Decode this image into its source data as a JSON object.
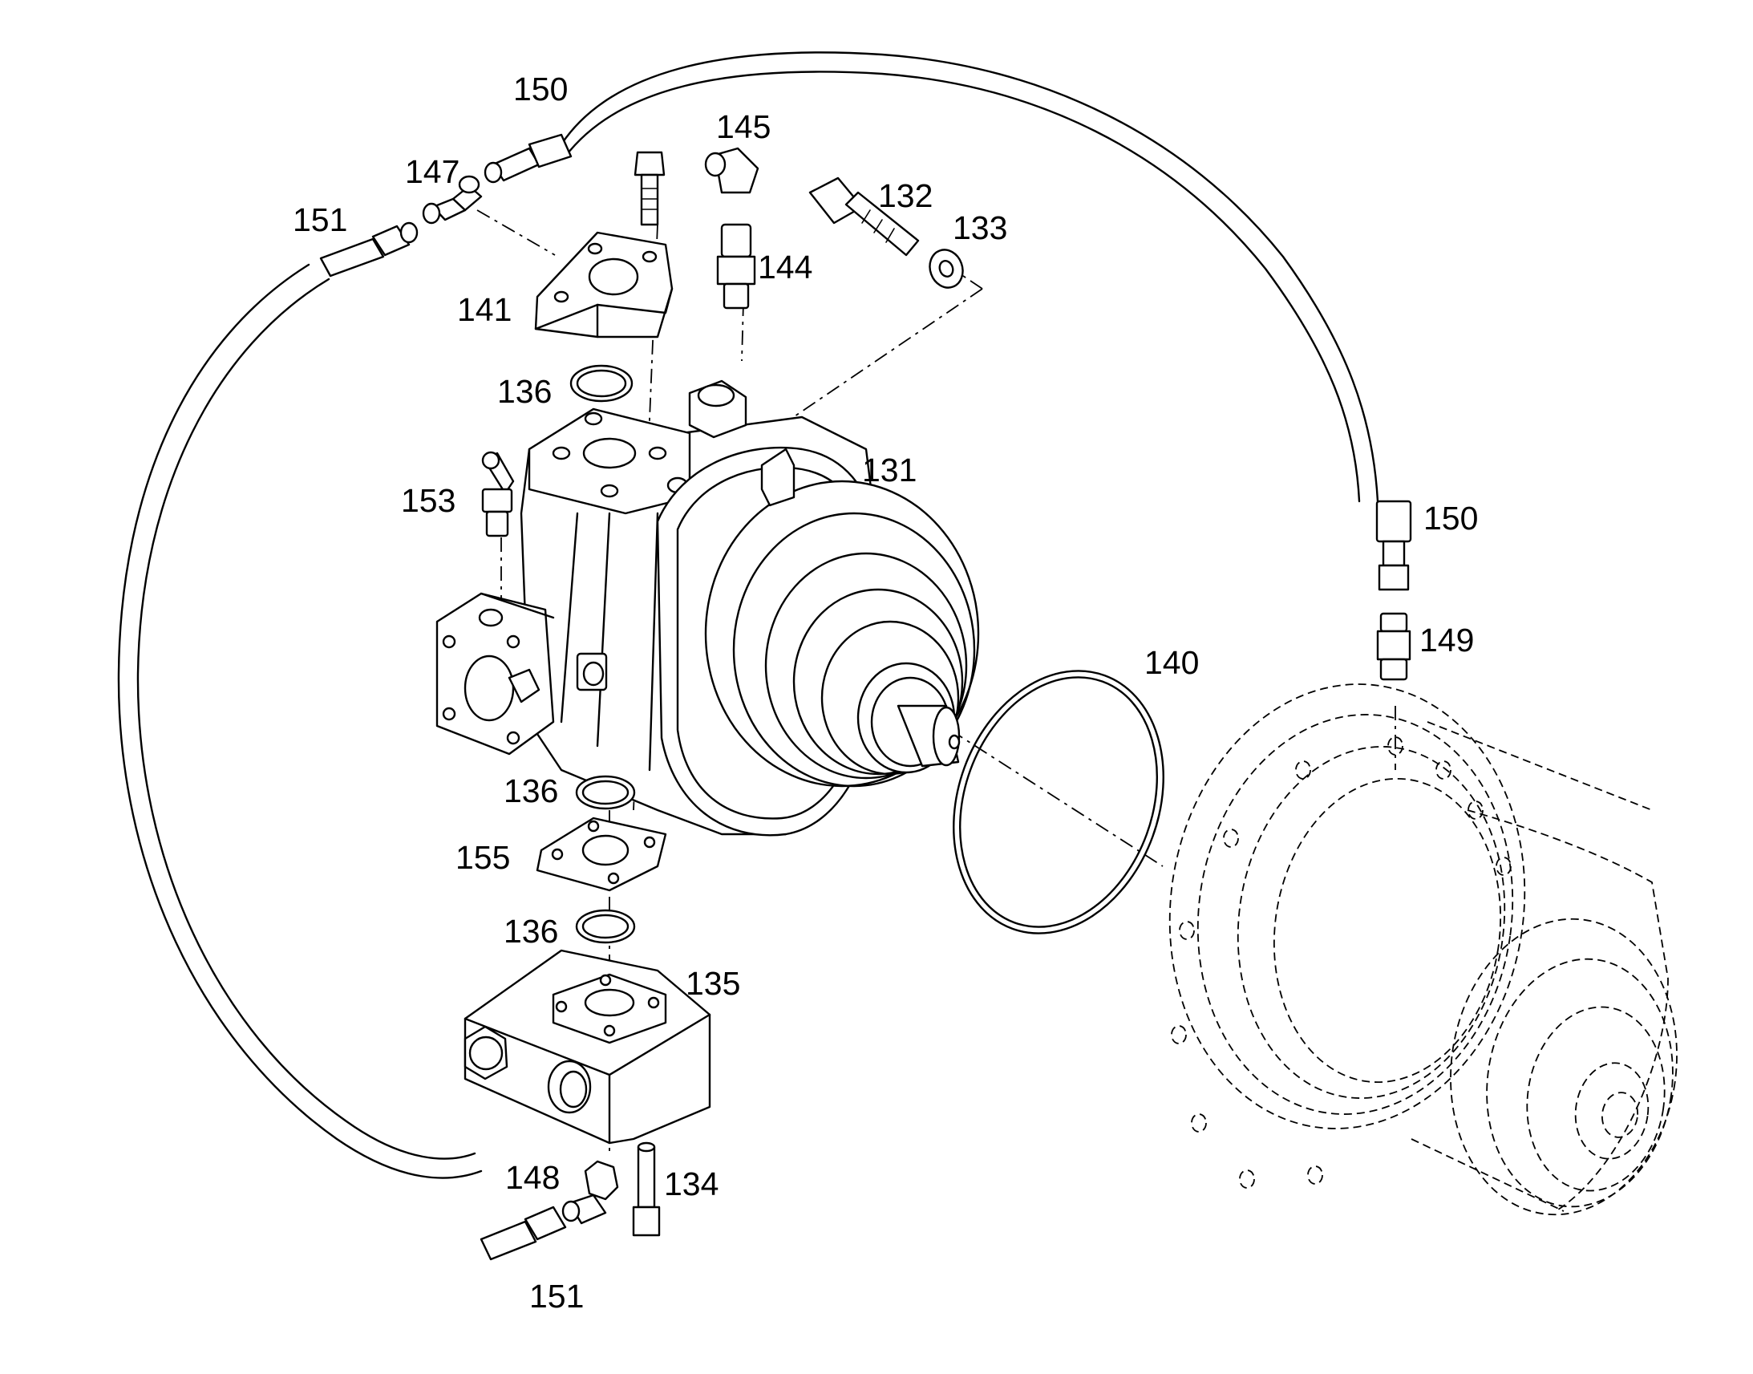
{
  "callouts": {
    "c150a": "150",
    "c145": "145",
    "c147": "147",
    "c132": "132",
    "c151a": "151",
    "c133": "133",
    "c144": "144",
    "c141": "141",
    "c136a": "136",
    "c131": "131",
    "c153": "153",
    "c150b": "150",
    "c149": "149",
    "c140": "140",
    "c136b": "136",
    "c155": "155",
    "c136c": "136",
    "c135": "135",
    "c148": "148",
    "c134": "134",
    "c151b": "151"
  }
}
